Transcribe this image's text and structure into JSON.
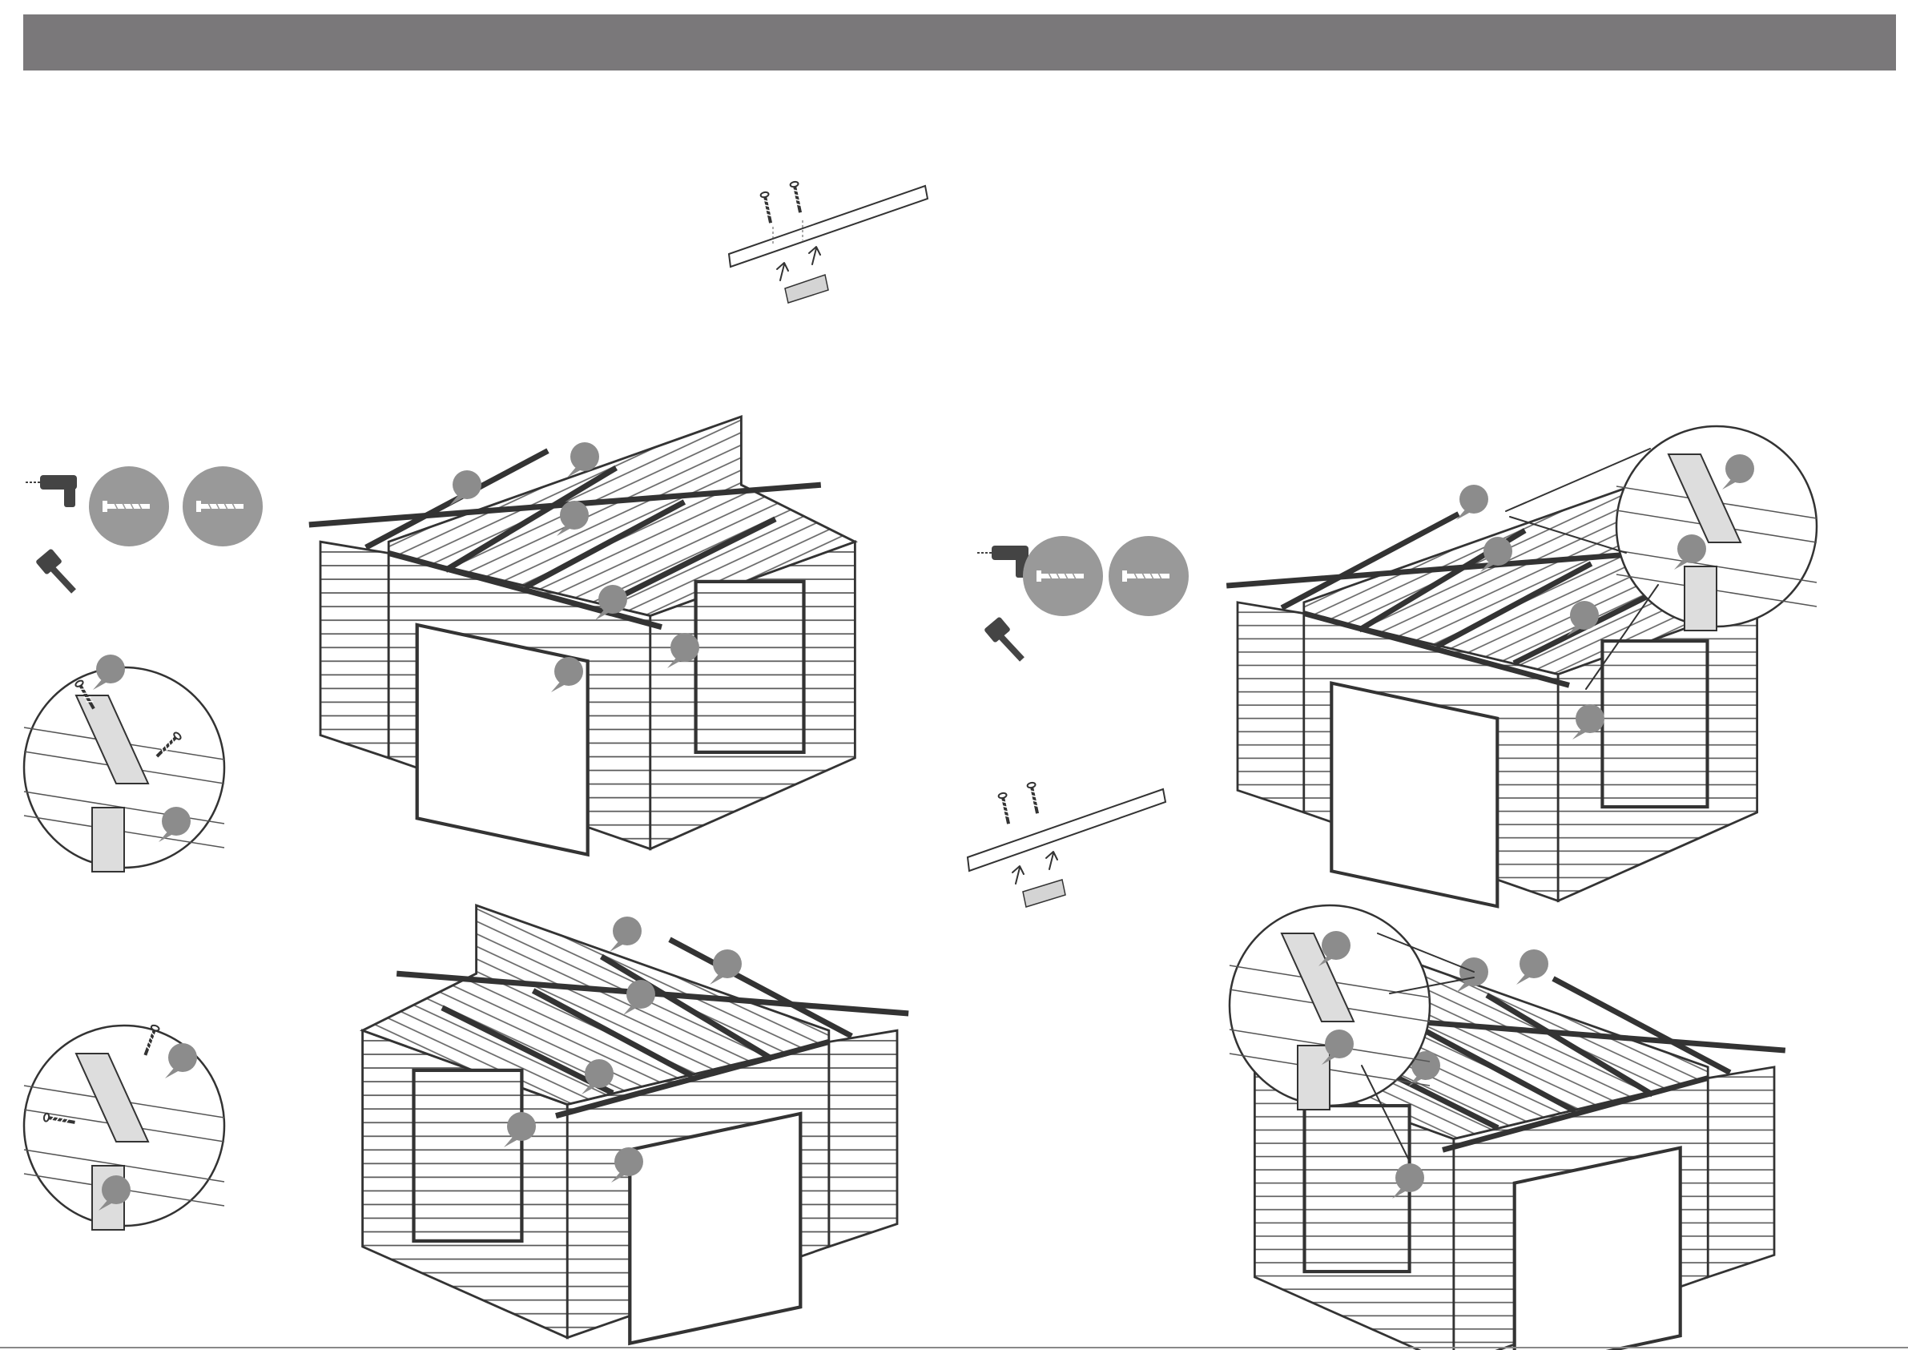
{
  "page": {
    "header_bar": {
      "color": "#7a787a"
    }
  },
  "tools": {
    "drill_icon": "cordless-drill",
    "hammer_icon": "hammer",
    "screw_icon": "wood-screw",
    "circle_color": "#999999"
  },
  "steps": [
    {
      "id": "left-top",
      "description_icon": "cabin-roof-brace-install"
    },
    {
      "id": "left-bottom",
      "description_icon": "cabin-roof-brace-install-rear"
    },
    {
      "id": "right-top",
      "description_icon": "cabin-roof-ridge-install"
    },
    {
      "id": "right-bottom",
      "description_icon": "cabin-roof-ridge-install-rear"
    }
  ]
}
